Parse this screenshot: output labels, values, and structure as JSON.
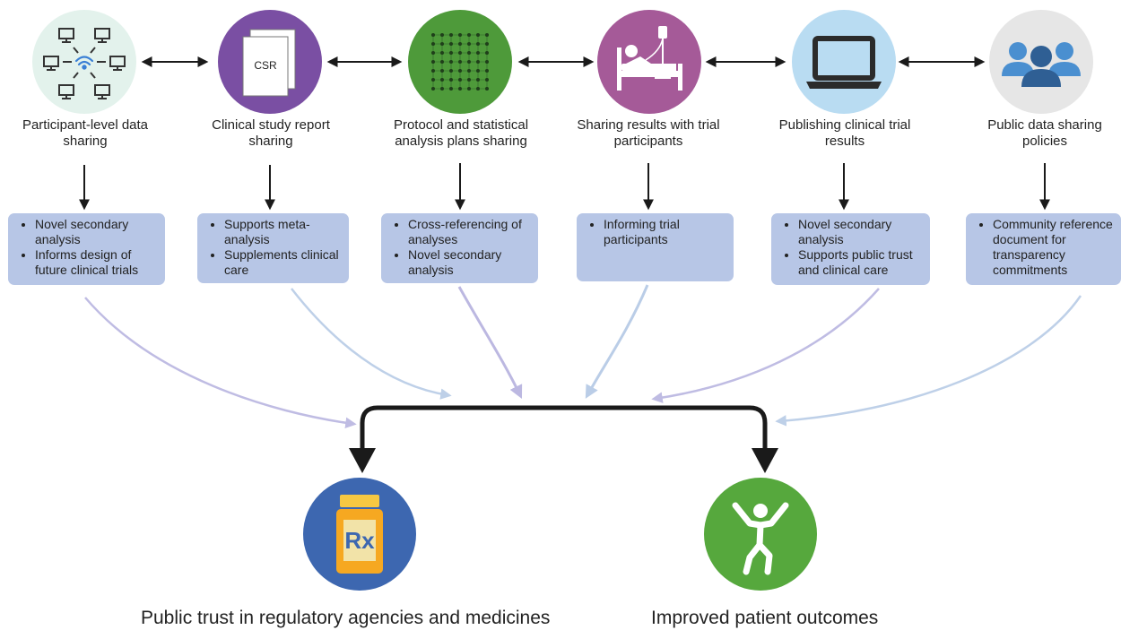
{
  "nodes": [
    {
      "title": "Participant-level data sharing",
      "bullets": [
        "Novel secondary analysis",
        "Informs design of future clinical trials"
      ],
      "icon": "network-computers-icon",
      "color": "#e3f2ec"
    },
    {
      "title": "Clinical study report sharing",
      "bullets": [
        "Supports meta-analysis",
        "Supplements clinical care"
      ],
      "icon": "document-stack-icon",
      "icon_text": "CSR",
      "color": "#7a4fa3"
    },
    {
      "title": "Protocol and statistical analysis plans sharing",
      "bullets": [
        "Cross-referencing of analyses",
        "Novel secondary analysis"
      ],
      "icon": "dot-grid-icon",
      "color": "#4e9a3a"
    },
    {
      "title": "Sharing results with trial participants",
      "bullets": [
        "Informing trial participants"
      ],
      "icon": "hospital-bed-icon",
      "color": "#a55a98"
    },
    {
      "title": "Publishing clinical trial results",
      "bullets": [
        "Novel secondary analysis",
        "Supports public trust and clinical care"
      ],
      "icon": "laptop-icon",
      "color": "#b9dcf2"
    },
    {
      "title": "Public data sharing policies",
      "bullets": [
        "Community reference document for transparency commitments"
      ],
      "icon": "people-group-icon",
      "color": "#e6e6e6"
    }
  ],
  "outcomes": [
    {
      "title": "Public trust in regulatory agencies and medicines",
      "icon": "rx-pill-bottle-icon",
      "icon_text": "Rx",
      "color": "#3d67b0"
    },
    {
      "title": "Improved patient outcomes",
      "icon": "celebrating-person-icon",
      "color": "#56a83d"
    }
  ],
  "colors": {
    "box_fill": "#b7c6e6",
    "arrow_dark": "#1a1a1a",
    "arrow_lavender": "#b9b5e0",
    "arrow_light_blue": "#b7cbe6"
  }
}
